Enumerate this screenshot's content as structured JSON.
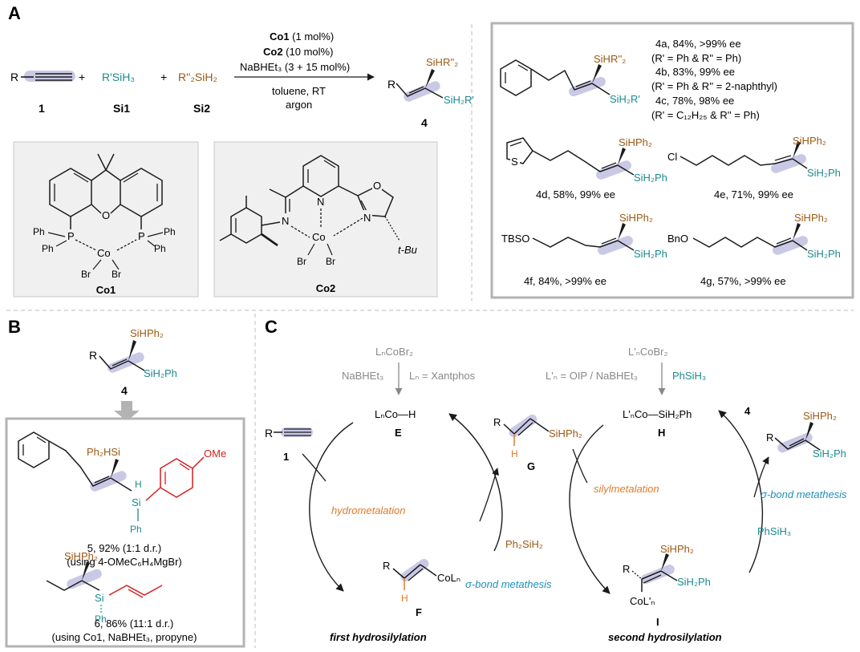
{
  "colors": {
    "teal": "#1b8a8f",
    "brown": "#9a5a14",
    "red": "#d11f1f",
    "orange": "#e07b2a",
    "blue": "#1f8fb8",
    "highlight": "#c9c9e6",
    "gray_text": "#888888",
    "panel_fill": "#f0f0f0",
    "panel_border": "#b3b3b3"
  },
  "panel_a": {
    "letter": "A",
    "alkyne": {
      "r": "R",
      "num": "1"
    },
    "plus": "+",
    "si1": {
      "formula": "R'SiH₃",
      "num": "Si1"
    },
    "si2": {
      "formula": "R''₂SiH₂",
      "num": "Si2"
    },
    "conditions": {
      "co1": "Co1",
      "co1_load": " (1 mol%)",
      "co2": "Co2",
      "co2_load": " (10 mol%)",
      "base": "NaBHEt₃ (3 + 15 mol%)",
      "solvent": "toluene, RT",
      "atm": "argon"
    },
    "product": {
      "r": "R",
      "si_top": "SiHR''₂",
      "si_bottom": "SiH₂R'",
      "num": "4"
    },
    "co1_complex": {
      "name": "Co1",
      "o": "O",
      "p1": "P",
      "p2": "P",
      "co": "Co",
      "ph_a": "Ph",
      "ph_b": "Ph",
      "ph_c": "Ph",
      "ph_d": "Ph",
      "br1": "Br",
      "br2": "Br"
    },
    "co2_complex": {
      "name": "Co2",
      "n1": "N",
      "n2": "N",
      "n3": "N",
      "o": "O",
      "co": "Co",
      "br1": "Br",
      "br2": "Br",
      "tbu": "t-Bu"
    },
    "examples": {
      "e4a": "4a, 84%, >99% ee",
      "e4a_sub": "(R' = Ph & R'' = Ph)",
      "e4b": "4b, 83%, 99% ee",
      "e4b_sub": "(R' = Ph & R'' = 2-naphthyl)",
      "e4c": "4c, 78%, 98% ee",
      "e4c_sub": "(R' = C₁₂H₂₅ & R'' = Ph)",
      "top_si_top": "SiHR''₂",
      "top_si_bottom": "SiH₂R'",
      "sihph2": "SiHPh₂",
      "sih2ph": "SiH₂Ph",
      "s": "S",
      "cl": "Cl",
      "tbso": "TBSO",
      "bno": "BnO",
      "e4d": "4d, 58%, 99% ee",
      "e4e": "4e, 71%, 99% ee",
      "e4f": "4f, 84%, >99% ee",
      "e4g": "4g, 57%, >99% ee"
    }
  },
  "panel_b": {
    "letter": "B",
    "r": "R",
    "sihph2": "SiHPh₂",
    "sih2ph": "SiH₂Ph",
    "num": "4",
    "p5": {
      "ph2hsi": "Ph₂HSi",
      "h": "H",
      "si": "Si",
      "ph": "Ph",
      "ome": "OMe",
      "caption": "5, 92% (1:1 d.r.)",
      "using": "(using 4-OMeC₆H₄MgBr)"
    },
    "p6": {
      "sihph2": "SiHPh₂",
      "si": "Si",
      "ph": "Ph",
      "caption": "6, 86% (11:1 d.r.)",
      "using": "(using Co1, NaBHEt₃, propyne)"
    }
  },
  "panel_c": {
    "letter": "C",
    "lncobr2": "LₙCoBr₂",
    "nabhet3": "NaBHEt₃",
    "ln_xantphos": "Lₙ = Xantphos",
    "lpncobr2": "L'ₙCoBr₂",
    "lp_oip": "L'ₙ = OIP / NaBHEt₃",
    "phsih3_top": "PhSiH₃",
    "alkyne_r": "R",
    "alkyne_num": "1",
    "E_formula": "LₙCo—H",
    "E_label": "E",
    "H_formula": "L'ₙCo—SiH₂Ph",
    "H_label": "H",
    "G_r": "R",
    "G_si": "SiHPh₂",
    "G_h": "H",
    "G_label": "G",
    "F_r": "R",
    "F_co": "CoLₙ",
    "F_h": "H",
    "F_label": "F",
    "I_r": "R",
    "I_sihph2": "SiHPh₂",
    "I_sih2ph": "SiH₂Ph",
    "I_co": "CoL'ₙ",
    "I_label": "I",
    "p4_r": "R",
    "p4_sihph2": "SiHPh₂",
    "p4_sih2ph": "SiH₂Ph",
    "p4_label": "4",
    "hydrometalation": "hydrometalation",
    "ph2sih2": "Ph₂SiH₂",
    "sigma1": "σ-bond metathesis",
    "silylmetalation": "silylmetalation",
    "sigma2": "σ-bond metathesis",
    "phsih3_bottom": "PhSiH₃",
    "first": "first hydrosilylation",
    "second": "second hydrosilylation"
  }
}
